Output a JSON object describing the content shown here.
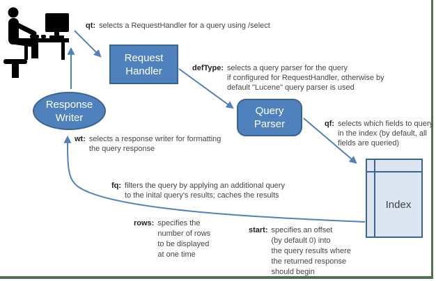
{
  "colors": {
    "node-fill": "#4f81bd",
    "node-border": "#3a6491",
    "index-fill": "#dce6f2",
    "arrow-color": "#4f81bd",
    "text-color": "#454545",
    "label-color": "#1f1f1f",
    "node-text": "#ffffff",
    "frame-green": "#4e7150"
  },
  "nodes": {
    "request_handler": {
      "line1": "Request",
      "line2": "Handler"
    },
    "query_parser": {
      "line1": "Query",
      "line2": "Parser"
    },
    "response_writer": {
      "line1": "Response",
      "line2": "Writer"
    },
    "index": {
      "label": "Index"
    }
  },
  "annotations": {
    "qt": {
      "param": "qt:",
      "lines": [
        "selects a RequestHandler for a query using /select"
      ]
    },
    "deftype": {
      "param": "defType:",
      "lines": [
        "selects a query parser for the query",
        "if configured for RequestHandler, otherwise by",
        "default \"Lucene\" query parser is used"
      ]
    },
    "qf": {
      "param": "qf:",
      "lines": [
        "selects which fields to query",
        "in the index (by default, all",
        "fields are queried)"
      ]
    },
    "wt": {
      "param": "wt:",
      "lines": [
        "selects a response writer for formatting",
        "the query response"
      ]
    },
    "fq": {
      "param": "fq:",
      "lines": [
        "filters the query by applying an additional query",
        "to the inital query's results; caches the results"
      ]
    },
    "rows": {
      "param": "rows:",
      "lines": [
        "specifies the",
        "number of rows",
        "to be displayed",
        "at one time"
      ]
    },
    "start": {
      "param": "start:",
      "lines": [
        "specifies an offset",
        "(by default 0) into",
        "the query results where",
        "the returned response",
        "should begin"
      ]
    }
  }
}
